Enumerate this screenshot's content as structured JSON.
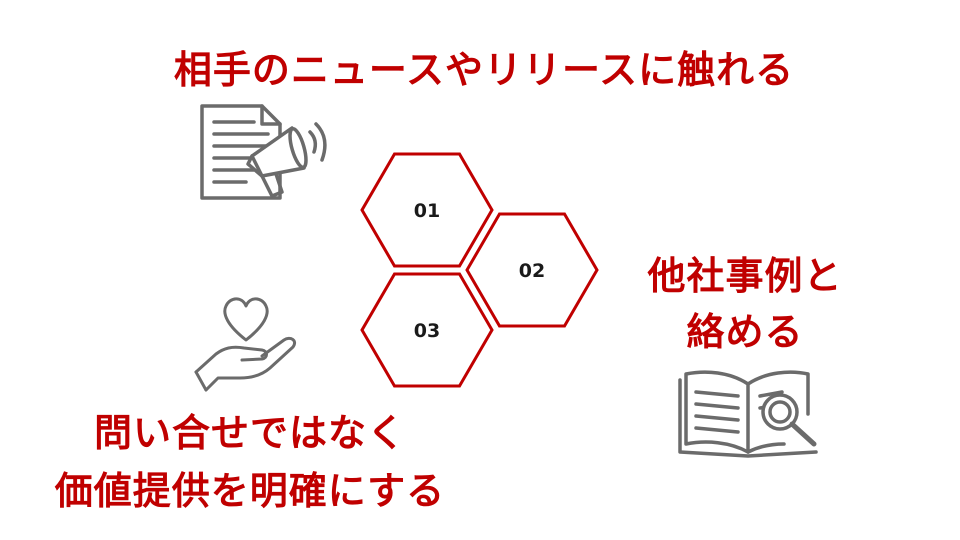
{
  "headings": {
    "top": "相手のニュースやリリースに触れる",
    "right": [
      "他社事例と",
      "絡める"
    ],
    "bottom": [
      "問い合せではなく",
      "価値提供を明確にする"
    ]
  },
  "hexagons": [
    "01",
    "02",
    "03"
  ],
  "colors": {
    "accent": "#c00000",
    "icon": "#6b6b6b",
    "text": "#1a1a1a",
    "background": "#ffffff"
  },
  "icons": {
    "top": "press-release-megaphone-icon",
    "bottom_left": "heart-in-hand-icon",
    "right": "open-book-magnifier-icon"
  }
}
